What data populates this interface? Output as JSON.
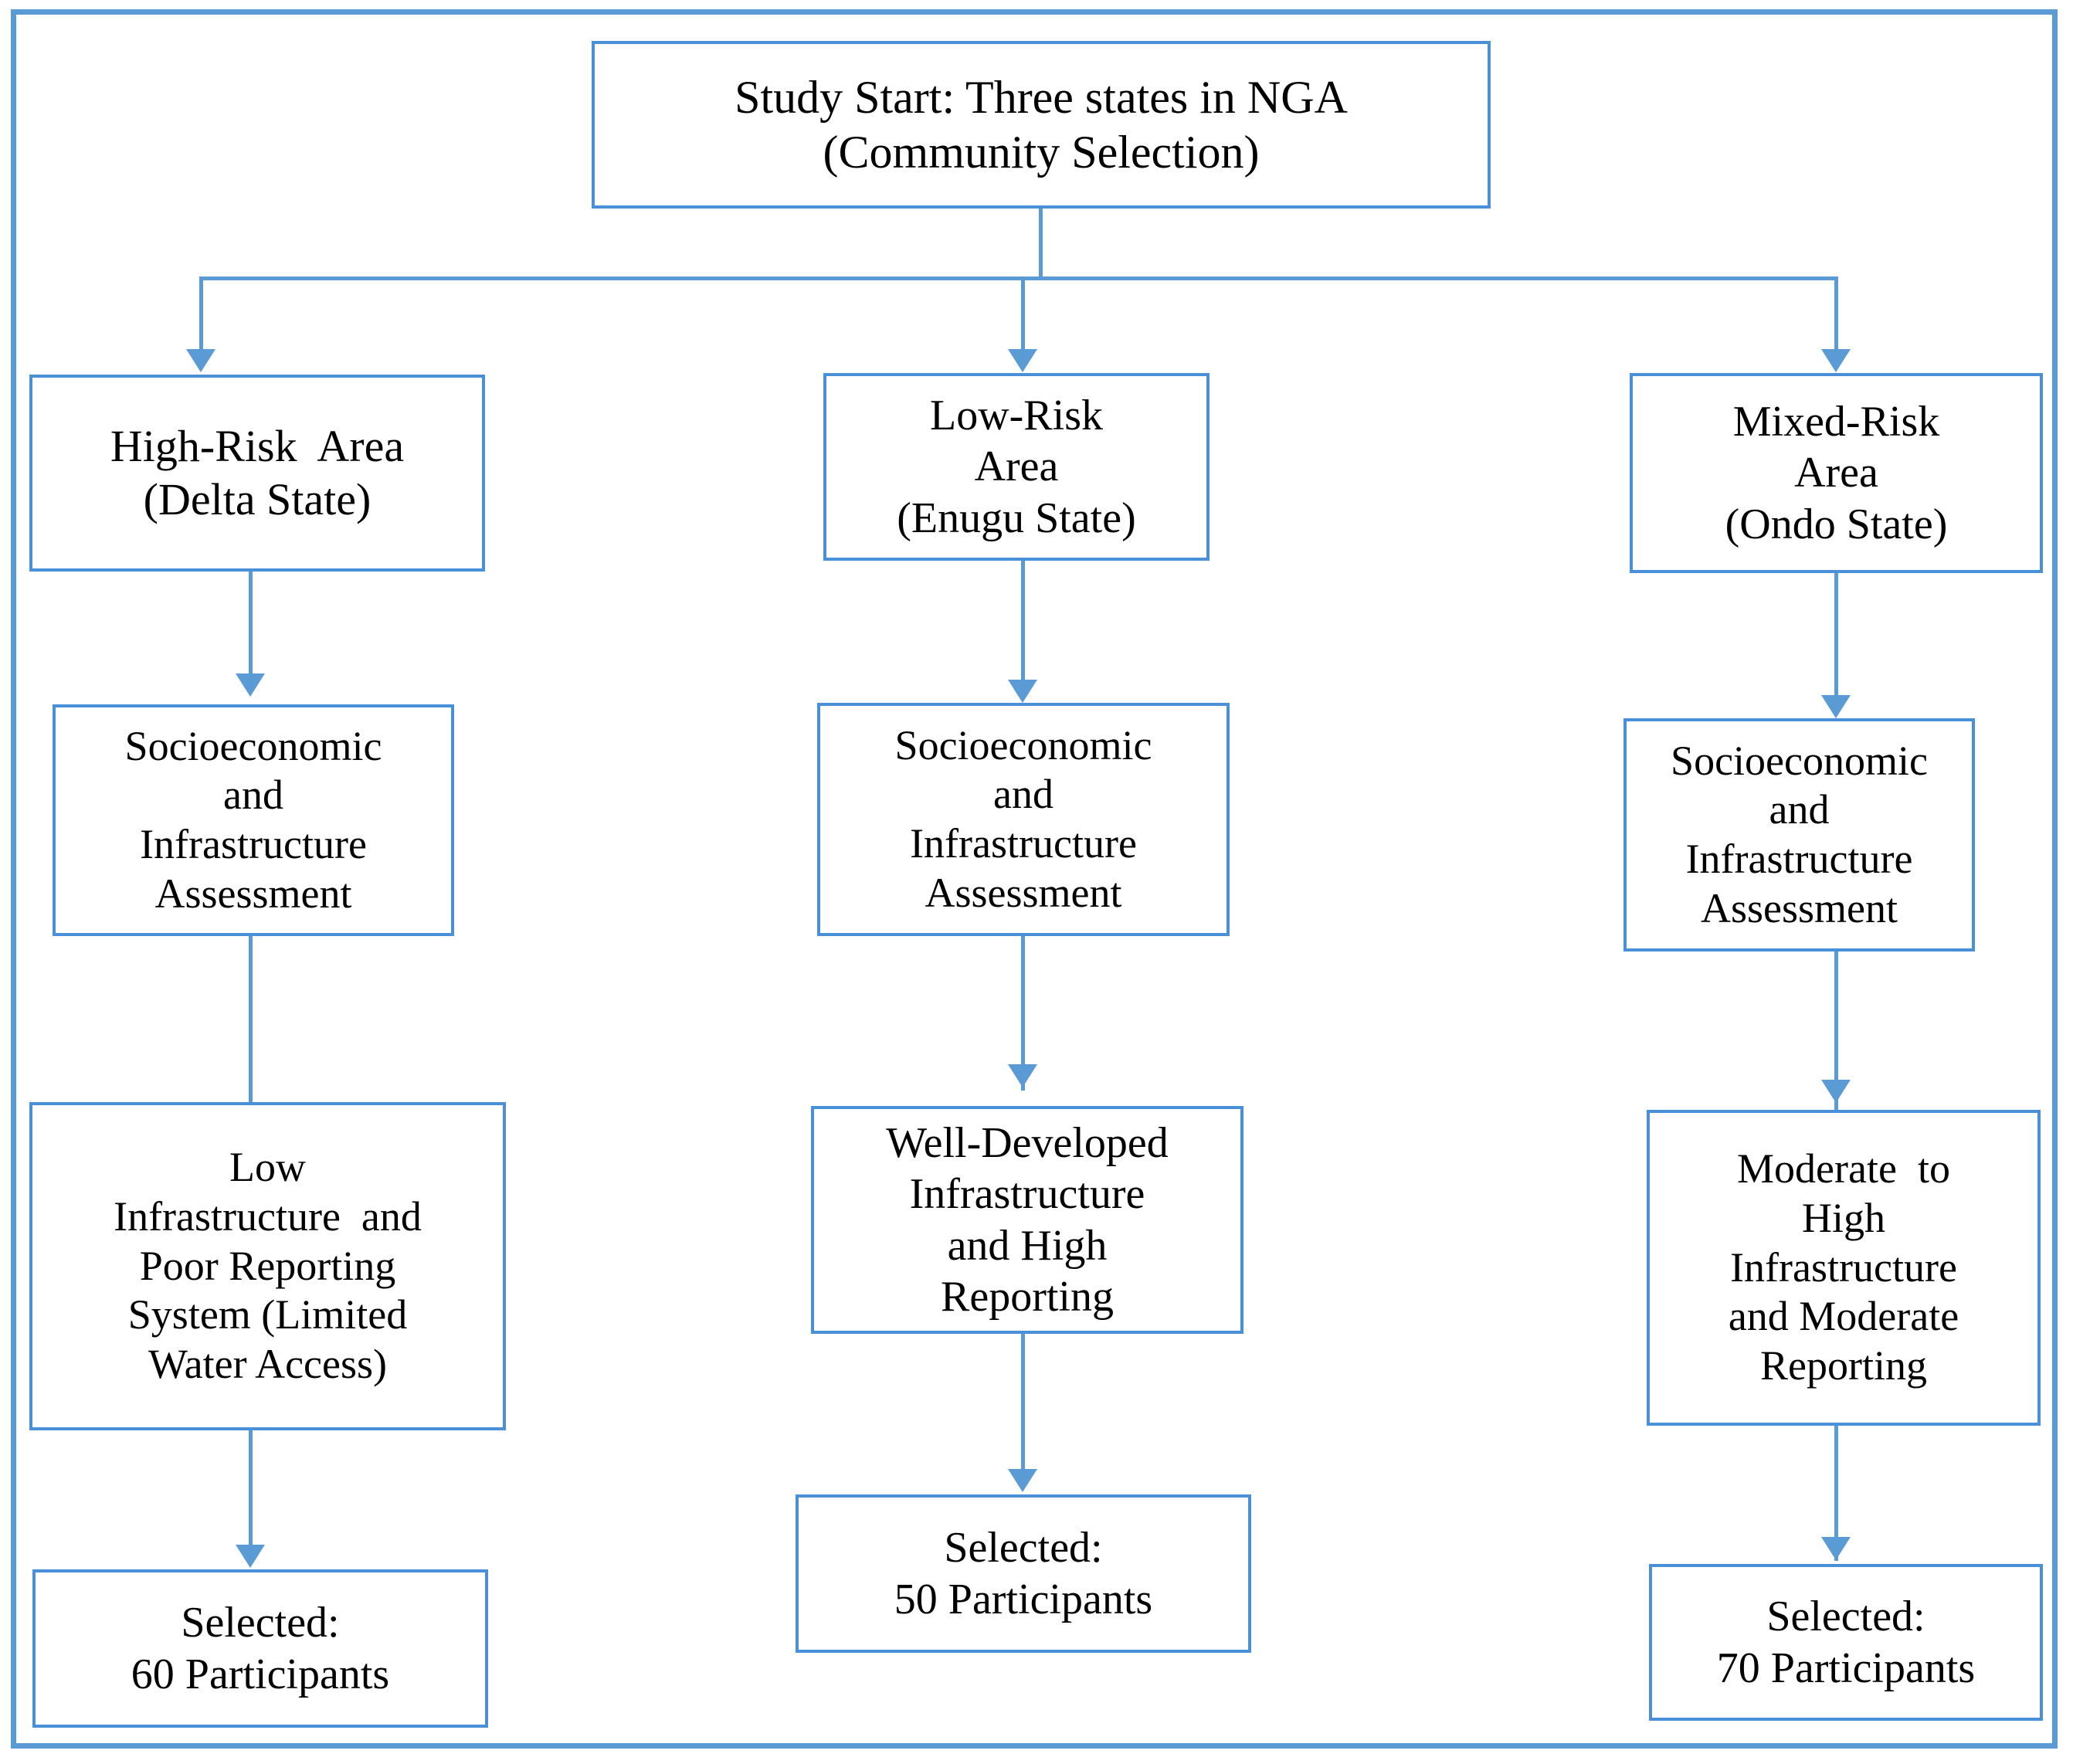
{
  "diagram": {
    "title": "Study participant selection flowchart across three Nigerian states",
    "accent_color": "#5B9BD5",
    "border_color": "#4A90D9",
    "text_color": "#000000",
    "background": "#ffffff"
  },
  "nodes": {
    "start": {
      "id": "study-start",
      "lines": [
        "Study Start: Three states in NGA",
        "(Community Selection)"
      ]
    },
    "col1": {
      "area": {
        "id": "high-risk-area",
        "lines": [
          "High-Risk  Area",
          "(Delta State)"
        ]
      },
      "assessment": {
        "id": "socioeconomic-assessment-delta",
        "lines": [
          "Socioeconomic",
          "and",
          "Infrastructure",
          "Assessment"
        ]
      },
      "finding": {
        "id": "low-infrastructure-finding",
        "lines": [
          "Low",
          "Infrastructure  and",
          "Poor Reporting",
          "System (Limited",
          "Water Access)"
        ]
      },
      "selected": {
        "id": "selected-delta",
        "lines": [
          "Selected:",
          "60 Participants"
        ]
      }
    },
    "col2": {
      "area": {
        "id": "low-risk-area",
        "lines": [
          "Low-Risk",
          "Area",
          "(Enugu State)"
        ]
      },
      "assessment": {
        "id": "socioeconomic-assessment-enugu",
        "lines": [
          "Socioeconomic",
          "and",
          "Infrastructure",
          "Assessment"
        ]
      },
      "finding": {
        "id": "well-developed-infrastructure-finding",
        "lines": [
          "Well-Developed",
          "Infrastructure",
          "and High",
          "Reporting"
        ]
      },
      "selected": {
        "id": "selected-enugu",
        "lines": [
          "Selected:",
          "50 Participants"
        ]
      }
    },
    "col3": {
      "area": {
        "id": "mixed-risk-area",
        "lines": [
          "Mixed-Risk",
          "Area",
          "(Ondo State)"
        ]
      },
      "assessment": {
        "id": "socioeconomic-assessment-ondo",
        "lines": [
          "Socioeconomic",
          "and",
          "Infrastructure",
          "Assessment"
        ]
      },
      "finding": {
        "id": "moderate-high-infrastructure-finding",
        "lines": [
          "Moderate  to",
          "High",
          "Infrastructure",
          "and Moderate",
          "Reporting"
        ]
      },
      "selected": {
        "id": "selected-ondo",
        "lines": [
          "Selected:",
          "70 Participants"
        ]
      }
    }
  },
  "participant_counts": {
    "delta": "60 Participants",
    "enugu": "50 Participants",
    "ondo": "70 Participants"
  }
}
